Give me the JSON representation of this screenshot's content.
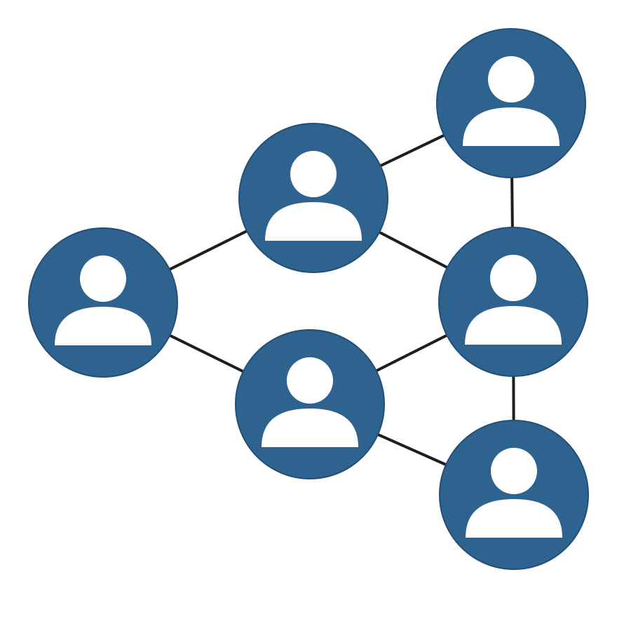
{
  "diagram": {
    "type": "network",
    "colors": {
      "node_fill": "#2e628f",
      "node_stroke": "#214f78",
      "user_icon": "#ffffff",
      "edge": "#1e1e1e",
      "background": "#ffffff"
    },
    "nodes": [
      {
        "id": "n1",
        "icon": "user-icon"
      },
      {
        "id": "n2",
        "icon": "user-icon"
      },
      {
        "id": "n3",
        "icon": "user-icon"
      },
      {
        "id": "n4",
        "icon": "user-icon"
      },
      {
        "id": "n5",
        "icon": "user-icon"
      },
      {
        "id": "n6",
        "icon": "user-icon"
      }
    ],
    "edges": [
      [
        "n1",
        "n2"
      ],
      [
        "n1",
        "n3"
      ],
      [
        "n2",
        "n4"
      ],
      [
        "n2",
        "n5"
      ],
      [
        "n3",
        "n5"
      ],
      [
        "n3",
        "n6"
      ],
      [
        "n4",
        "n5"
      ],
      [
        "n5",
        "n6"
      ]
    ]
  }
}
